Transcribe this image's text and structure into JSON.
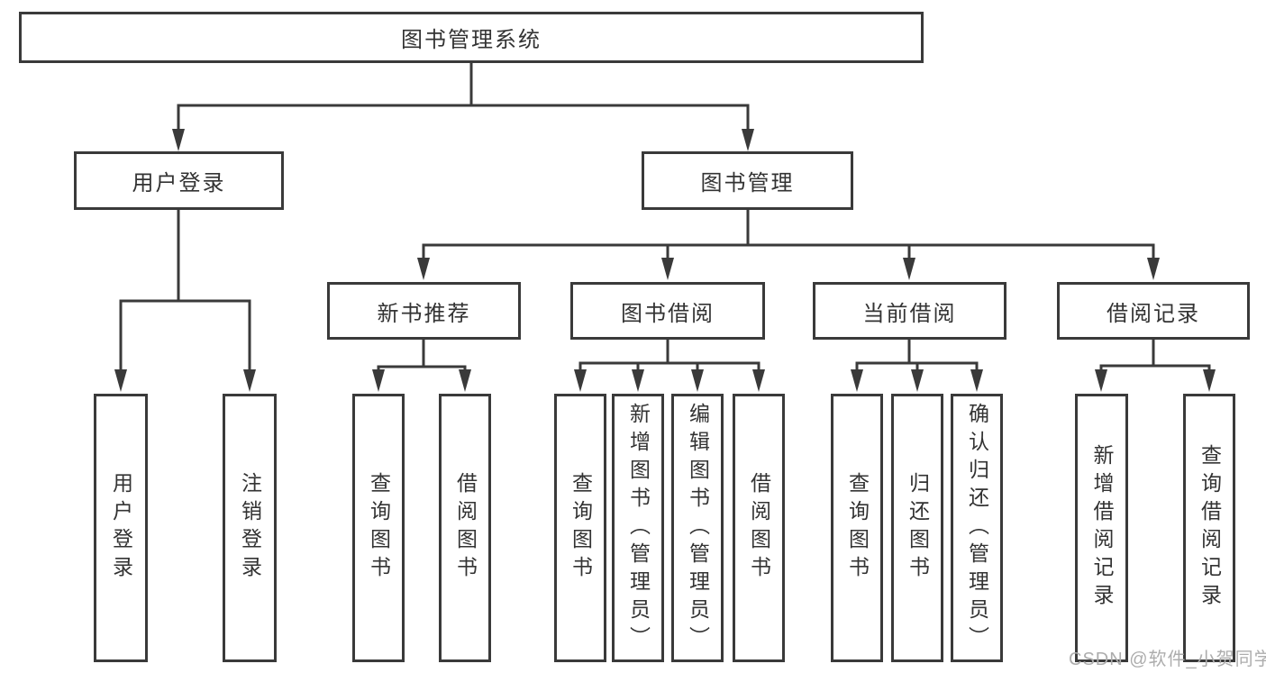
{
  "tree": {
    "label": "图书管理系统",
    "children": [
      {
        "label": "用户登录",
        "children": [
          {
            "label": "用户登录"
          },
          {
            "label": "注销登录"
          }
        ]
      },
      {
        "label": "图书管理",
        "children": [
          {
            "label": "新书推荐",
            "children": [
              {
                "label": "查询图书"
              },
              {
                "label": "借阅图书"
              }
            ]
          },
          {
            "label": "图书借阅",
            "children": [
              {
                "label": "查询图书"
              },
              {
                "label": "新增图书（管理员）"
              },
              {
                "label": "编辑图书（管理员）"
              },
              {
                "label": "借阅图书"
              }
            ]
          },
          {
            "label": "当前借阅",
            "children": [
              {
                "label": "查询图书"
              },
              {
                "label": "归还图书"
              },
              {
                "label": "确认归还（管理员）"
              }
            ]
          },
          {
            "label": "借阅记录",
            "children": [
              {
                "label": "新增借阅记录"
              },
              {
                "label": "查询借阅记录"
              }
            ]
          }
        ]
      }
    ]
  },
  "watermark": {
    "text": "CSDN @软件_小贺同学"
  },
  "colors": {
    "line": "#3a3a3a",
    "text": "#333333",
    "watermark": "#adadad",
    "background": "#ffffff"
  }
}
